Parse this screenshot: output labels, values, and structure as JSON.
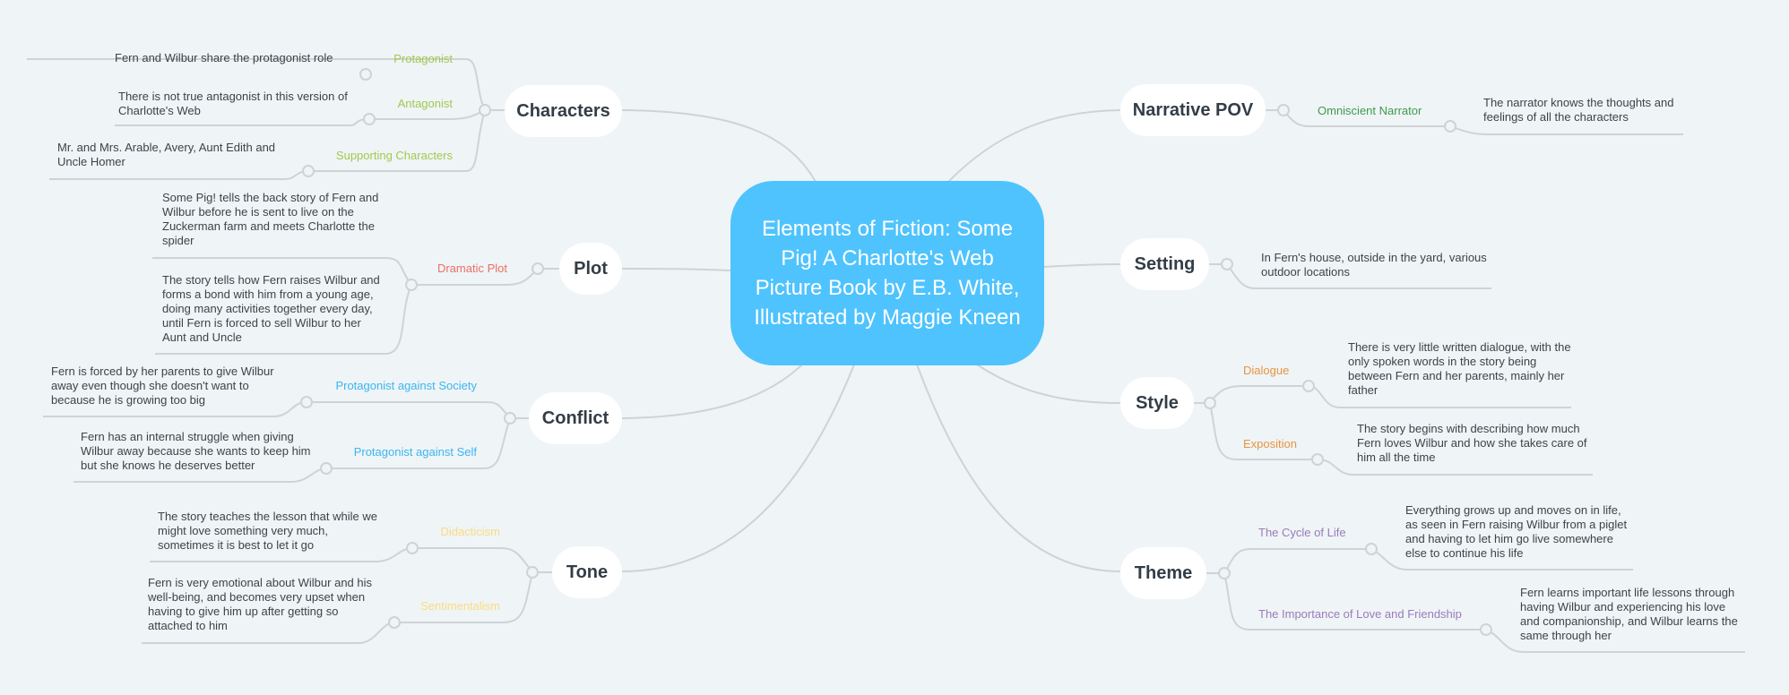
{
  "root": {
    "title": "Elements of Fiction: Some Pig! A Charlotte's Web Picture Book by E.B. White, Illustrated by Maggie Kneen",
    "color": "#4fc3fd"
  },
  "colors": {
    "characters": "#a3c94d",
    "plot": "#ec7063",
    "conflict": "#3bb6f0",
    "tone": "#fadc82",
    "narrative": "#3f9a4b",
    "style": "#e8943e",
    "theme": "#9b7bb8"
  },
  "left": {
    "characters": {
      "label": "Characters",
      "subs": [
        {
          "label": "Protagonist",
          "leaf": "Fern and Wilbur share the protagonist role"
        },
        {
          "label": "Antagonist",
          "leaf": "There is not true antagonist in this version of Charlotte's Web"
        },
        {
          "label": "Supporting Characters",
          "leaf": "Mr. and Mrs. Arable, Avery, Aunt Edith and Uncle Homer"
        }
      ]
    },
    "plot": {
      "label": "Plot",
      "subs": [
        {
          "label": "Dramatic Plot",
          "leaves": [
            "Some Pig! tells the back story of Fern and Wilbur before he is sent to live on the Zuckerman farm and meets Charlotte the spider",
            "The story tells how Fern raises Wilbur and forms a bond with him from a young age, doing many activities together every day, until Fern is forced to sell Wilbur to her Aunt and Uncle"
          ]
        }
      ]
    },
    "conflict": {
      "label": "Conflict",
      "subs": [
        {
          "label": "Protagonist against Society",
          "leaf": "Fern is forced by her parents to give Wilbur away even though she doesn't want to because he is growing too big"
        },
        {
          "label": "Protagonist against Self",
          "leaf": "Fern has an internal struggle when giving Wilbur away because she wants to keep him but she knows he deserves better"
        }
      ]
    },
    "tone": {
      "label": "Tone",
      "subs": [
        {
          "label": "Didacticism",
          "leaf": "The story teaches the lesson that while we might love something very much, sometimes it is best to let it go"
        },
        {
          "label": "Sentimentalism",
          "leaf": "Fern is very emotional about Wilbur and his well-being, and becomes very upset when having to give him up after getting so attached to him"
        }
      ]
    }
  },
  "right": {
    "narrative": {
      "label": "Narrative POV",
      "subs": [
        {
          "label": "Omniscient Narrator",
          "leaf": "The narrator knows the thoughts and feelings of all the characters"
        }
      ]
    },
    "setting": {
      "label": "Setting",
      "leaf": "In Fern's house, outside in the yard, various outdoor locations"
    },
    "style": {
      "label": "Style",
      "subs": [
        {
          "label": "Dialogue",
          "leaf": "There is very little written dialogue, with the only spoken words in the story being between Fern and her parents, mainly her father"
        },
        {
          "label": "Exposition",
          "leaf": "The story begins with describing how much Fern loves Wilbur and how she takes care of him all the time"
        }
      ]
    },
    "theme": {
      "label": "Theme",
      "subs": [
        {
          "label": "The Cycle of Life",
          "leaf": "Everything grows up and moves on in life, as seen in Fern raising Wilbur from a piglet and having to let him go live somewhere else to continue his life"
        },
        {
          "label": "The Importance of Love and Friendship",
          "leaf": "Fern learns important life lessons through having Wilbur and experiencing his love and companionship, and Wilbur learns the same through her"
        }
      ]
    }
  }
}
